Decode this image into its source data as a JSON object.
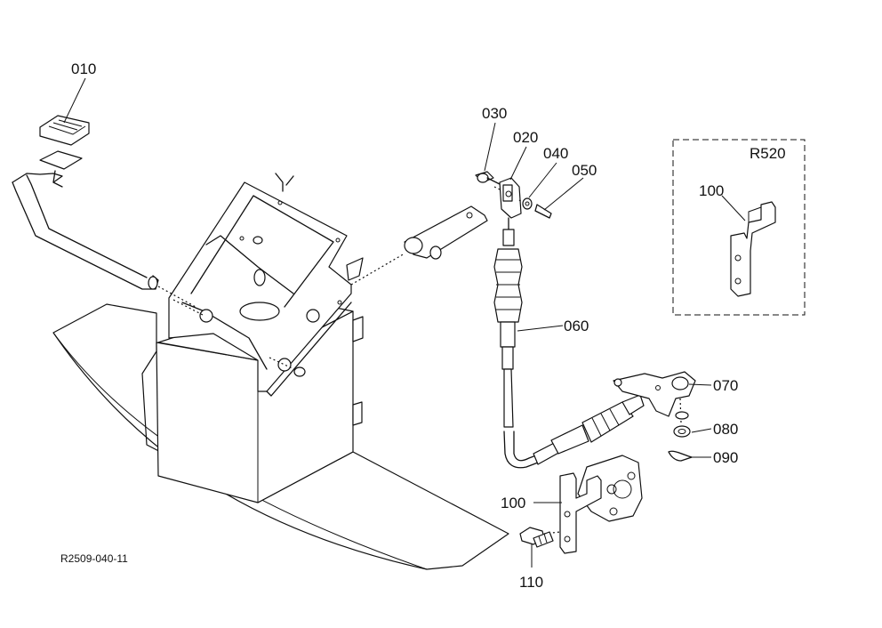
{
  "diagram_code": "R2509-040-11",
  "inset": {
    "title": "R520",
    "part_label": "100"
  },
  "parts": [
    {
      "id": "part-010",
      "label": "010"
    },
    {
      "id": "part-020",
      "label": "020"
    },
    {
      "id": "part-030",
      "label": "030"
    },
    {
      "id": "part-040",
      "label": "040"
    },
    {
      "id": "part-050",
      "label": "050"
    },
    {
      "id": "part-060",
      "label": "060"
    },
    {
      "id": "part-070",
      "label": "070"
    },
    {
      "id": "part-080",
      "label": "080"
    },
    {
      "id": "part-090",
      "label": "090"
    },
    {
      "id": "part-100",
      "label": "100"
    },
    {
      "id": "part-110",
      "label": "110"
    }
  ]
}
